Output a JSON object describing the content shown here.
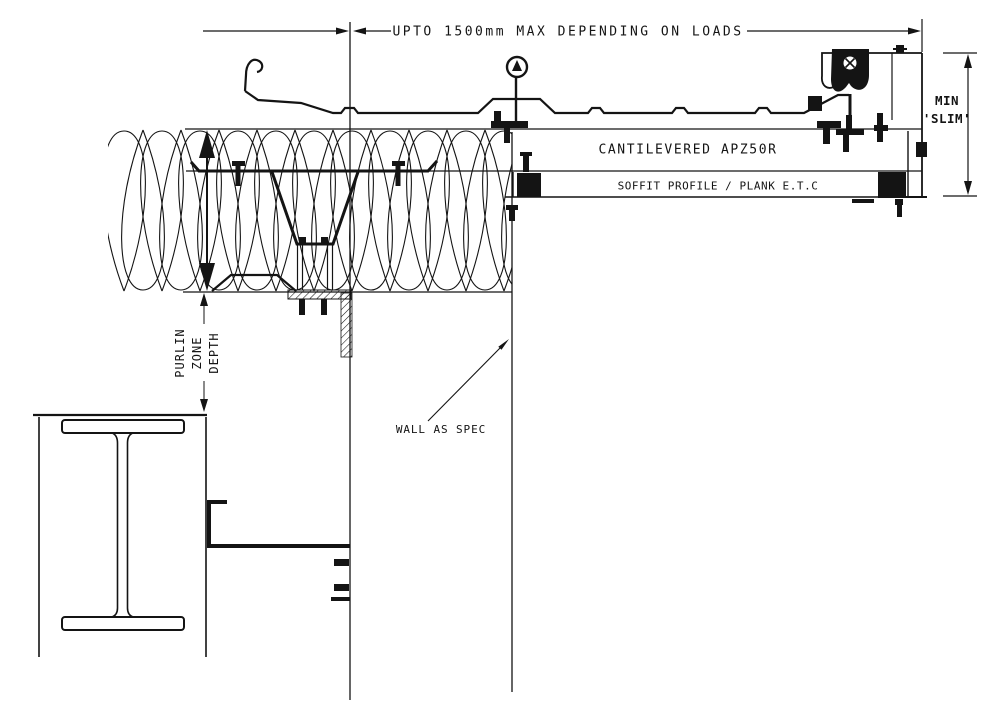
{
  "drawing": {
    "type": "construction-detail-section",
    "colors": {
      "ink": "#141414",
      "background": "#ffffff"
    },
    "dimensions": {
      "top_span": "UPTO 1500mm MAX DEPENDING ON LOADS",
      "fascia_depth_line1": "MIN",
      "fascia_depth_line2": "'SLIM'",
      "purlin_zone_line1": "PURLIN",
      "purlin_zone_line2": "ZONE",
      "purlin_zone_line3": "DEPTH"
    },
    "labels": {
      "cantilever_member": "CANTILEVERED APZ50R",
      "soffit": "SOFFIT PROFILE / PLANK E.T.C",
      "wall_note": "WALL AS SPEC"
    }
  }
}
